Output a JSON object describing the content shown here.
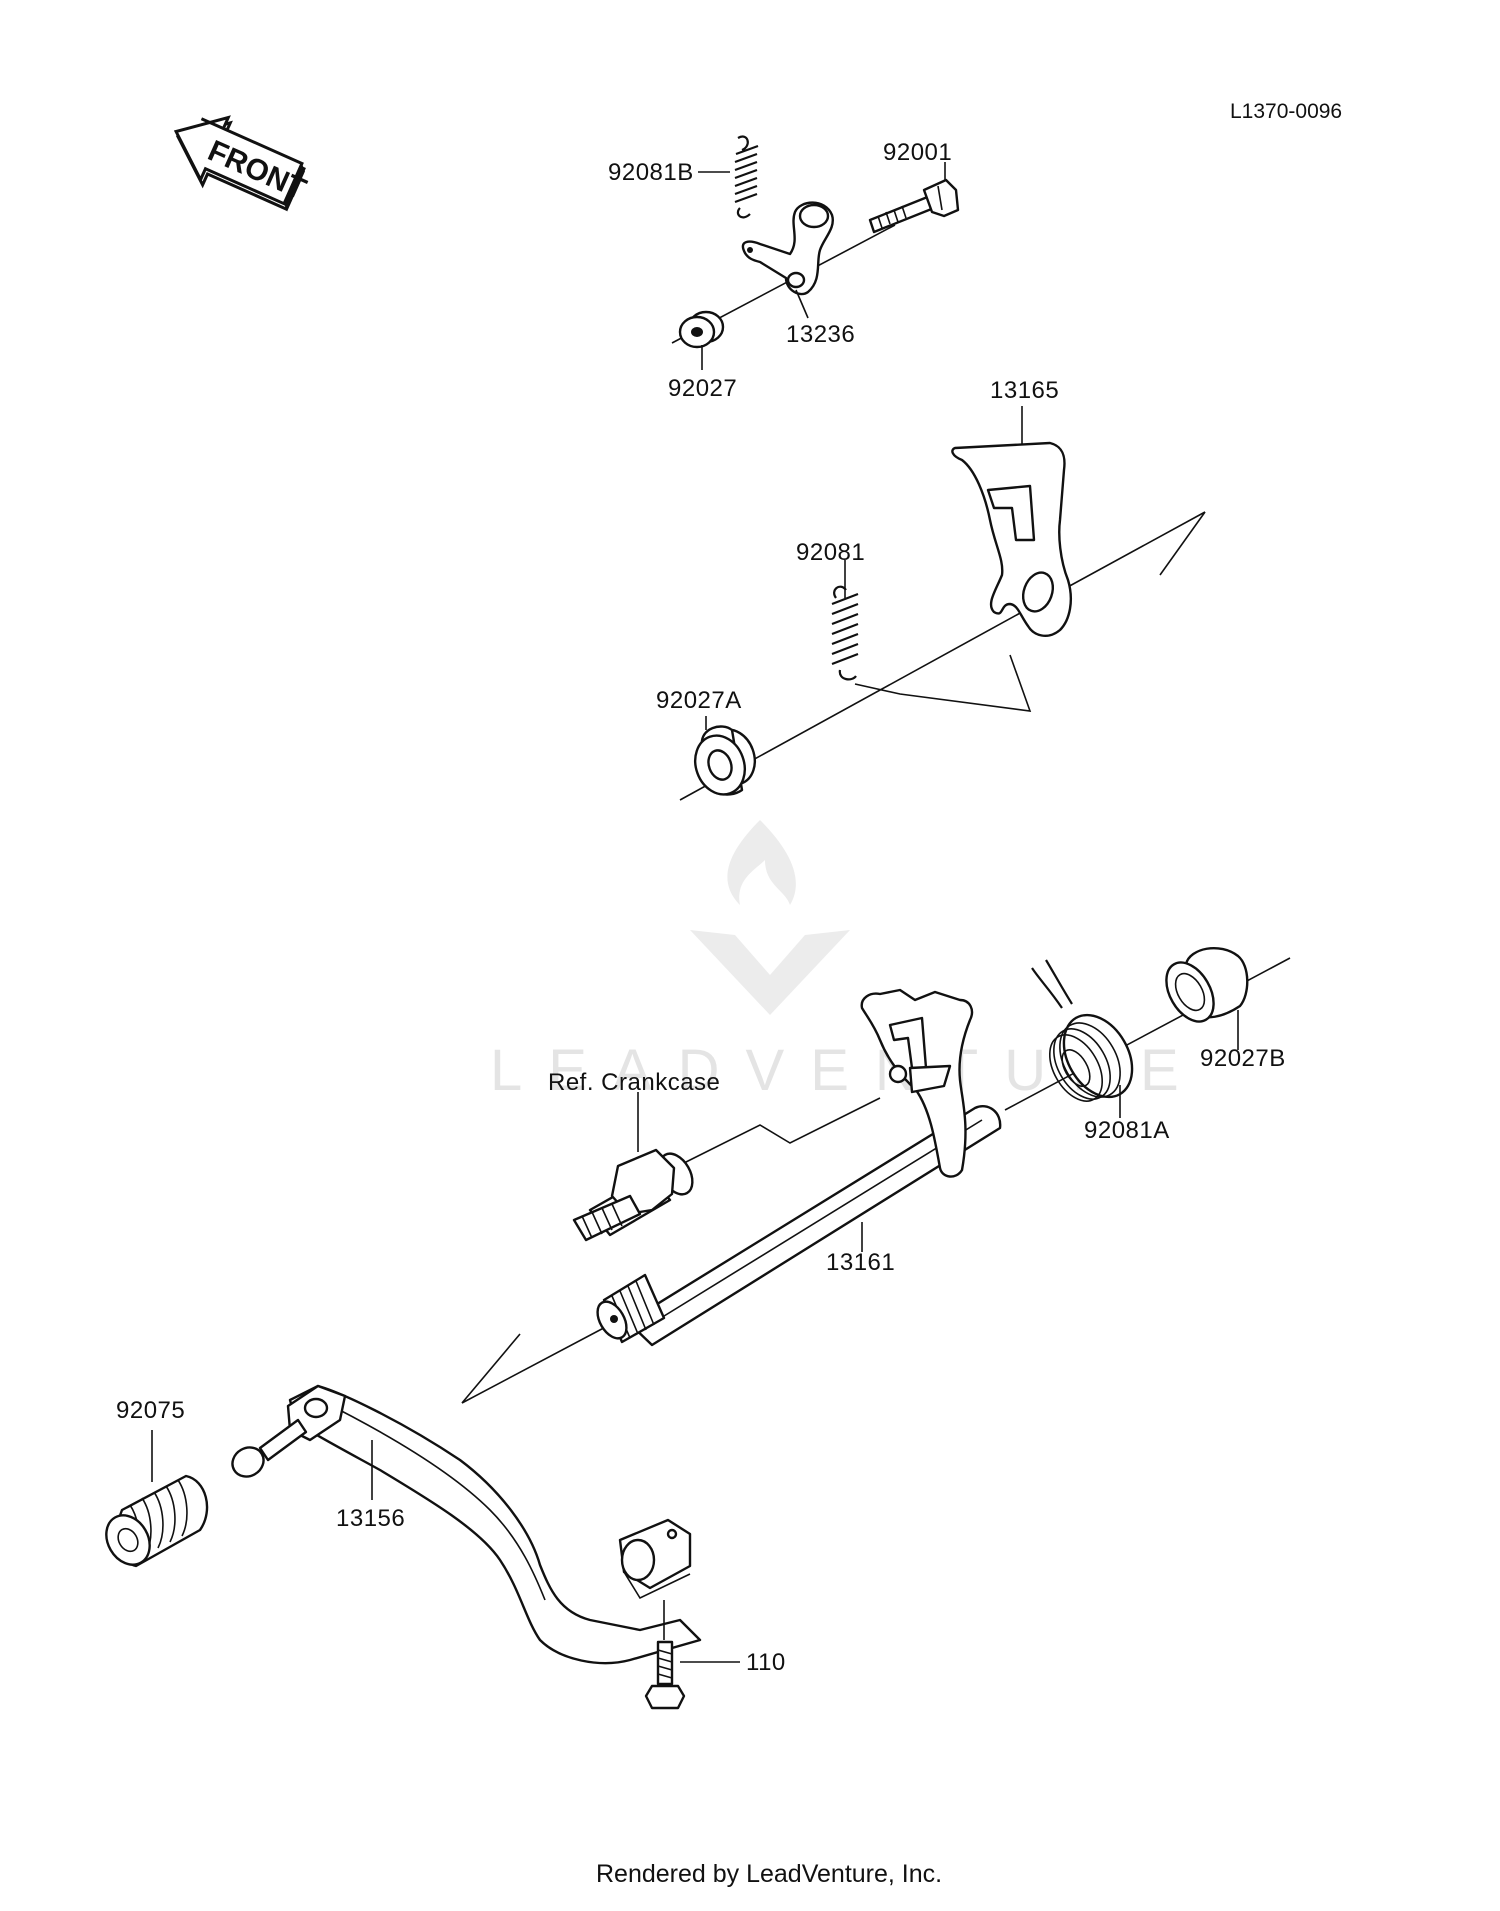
{
  "diagram": {
    "code": "L1370-0096",
    "front_label": "FRONT",
    "watermark": "LEADVENTURE",
    "footer": "Rendered by LeadVenture, Inc.",
    "reference_note": "Ref. Crankcase",
    "parts": [
      {
        "id": "92081B",
        "label": "92081B"
      },
      {
        "id": "92001",
        "label": "92001"
      },
      {
        "id": "13236",
        "label": "13236"
      },
      {
        "id": "92027",
        "label": "92027"
      },
      {
        "id": "13165",
        "label": "13165"
      },
      {
        "id": "92081",
        "label": "92081"
      },
      {
        "id": "92027A",
        "label": "92027A"
      },
      {
        "id": "92081A",
        "label": "92081A"
      },
      {
        "id": "92027B",
        "label": "92027B"
      },
      {
        "id": "13161",
        "label": "13161"
      },
      {
        "id": "92075",
        "label": "92075"
      },
      {
        "id": "13156",
        "label": "13156"
      },
      {
        "id": "110",
        "label": "110"
      }
    ]
  }
}
